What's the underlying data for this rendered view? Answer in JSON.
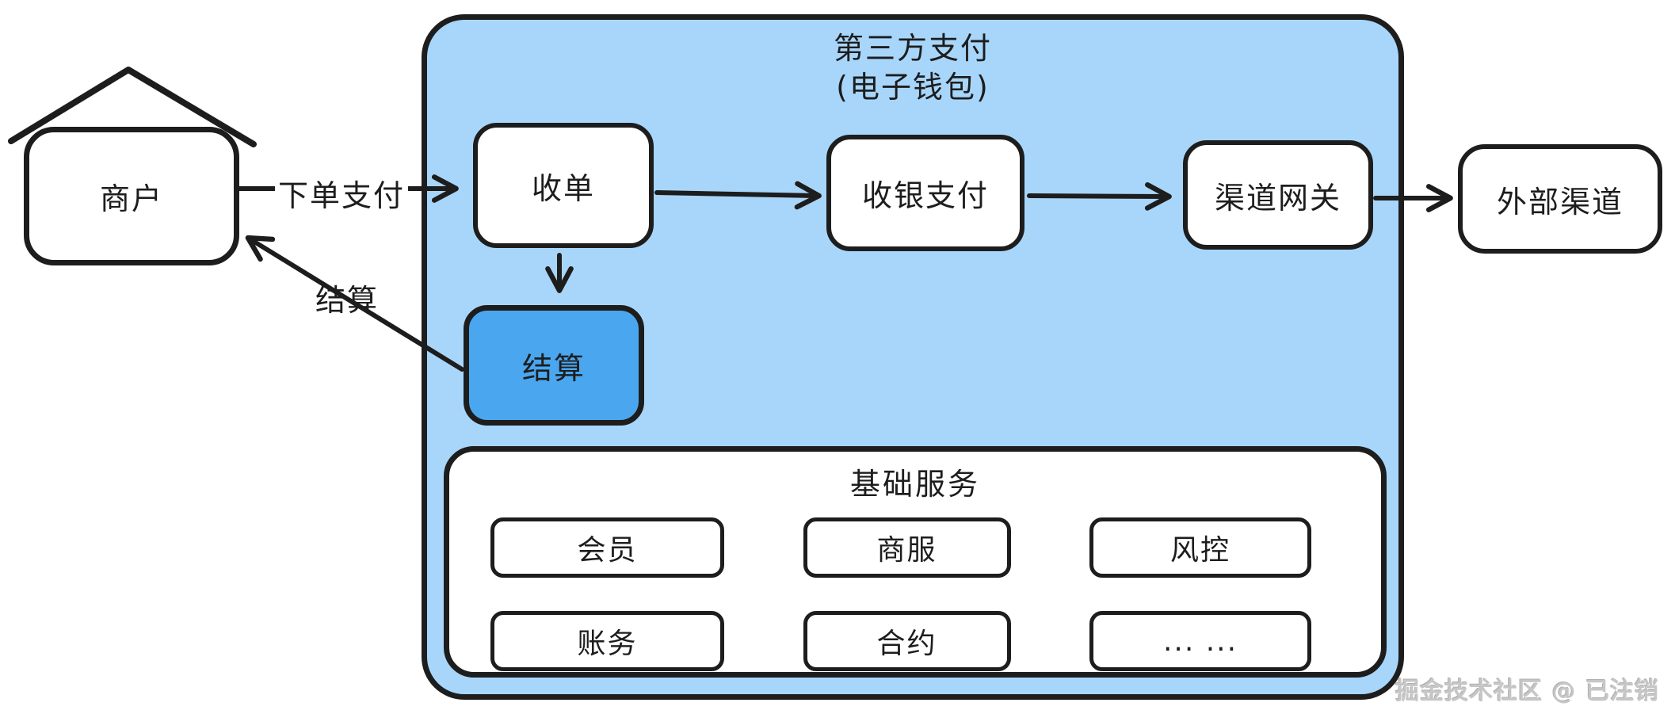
{
  "diagram": {
    "merchant": {
      "label": "商户"
    },
    "edges": {
      "order_pay": "下单支付",
      "settlement": "结算"
    },
    "wallet": {
      "title_line1": "第三方支付",
      "title_line2": "(电子钱包)",
      "nodes": {
        "acquiring": "收单",
        "cashier_pay": "收银支付",
        "channel_gateway": "渠道网关",
        "settlement": "结算"
      },
      "base_services": {
        "title": "基础服务",
        "items": [
          "会员",
          "商服",
          "风控",
          "账务",
          "合约",
          "... ..."
        ]
      }
    },
    "external_channel": {
      "label": "外部渠道"
    },
    "watermark": "掘金技术社区 @ 已注销",
    "colors": {
      "wallet_bg": "#a8d6fb",
      "settlement_bg": "#4aa7ef",
      "stroke": "#1d1d1d",
      "watermark_gray": "#c6c6c6"
    }
  }
}
